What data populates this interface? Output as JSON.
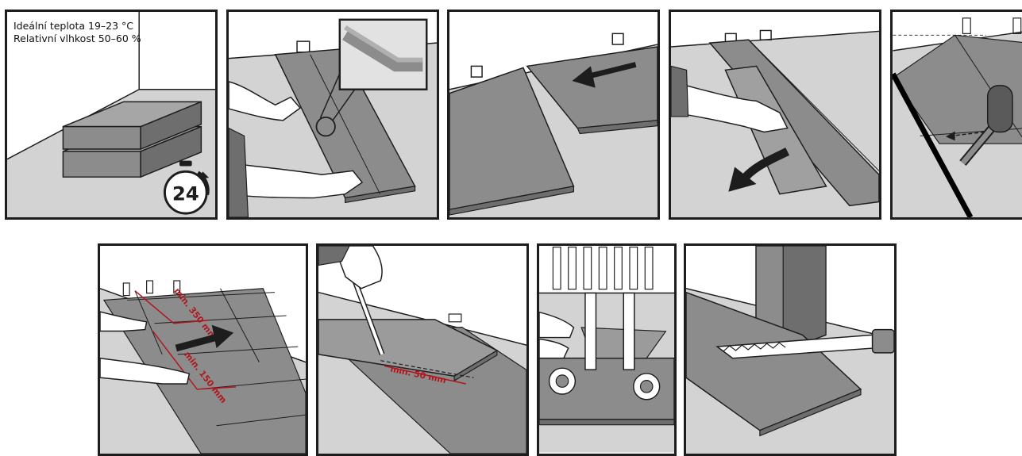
{
  "step1": {
    "temperature_label": "Ideální teplota 19–23 °C",
    "humidity_label": "Relativní vlhkost 50–60 %",
    "timer_hours": "24"
  },
  "step6": {
    "dim_row_offset": "min. 350 mm",
    "dim_row_start": "min. 150 mm"
  },
  "step7": {
    "dim_cut": "min. 50 mm"
  },
  "colors": {
    "floor": "#d3d3d3",
    "plank": "#8c8c8c",
    "plank_dark": "#6e6e6e",
    "outline": "#1d1d1d",
    "dimension": "#b3151c"
  }
}
